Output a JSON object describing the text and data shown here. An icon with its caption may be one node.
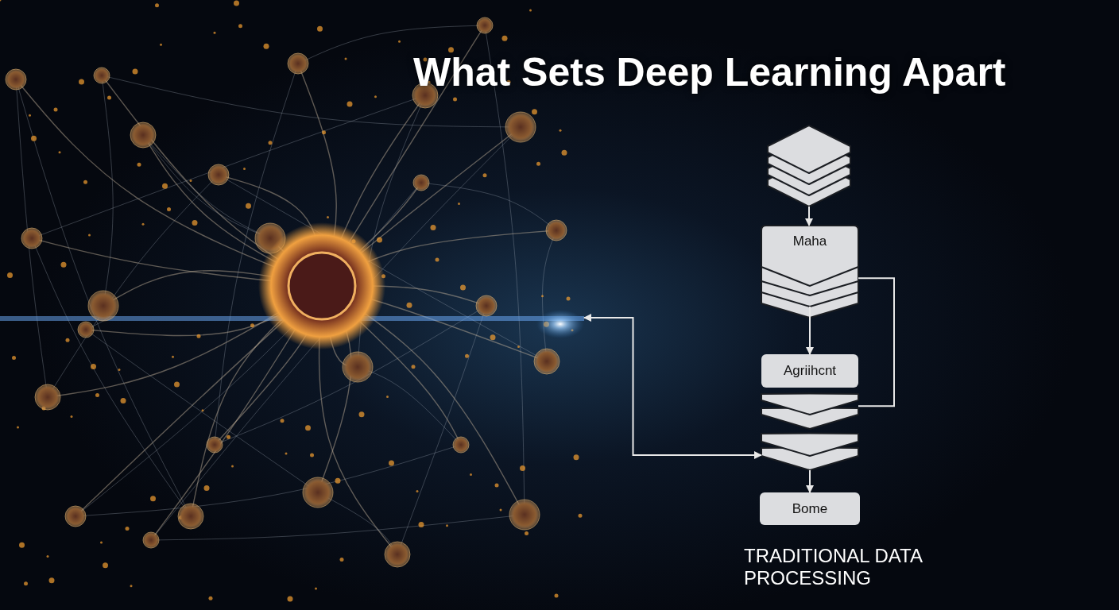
{
  "diagram": {
    "title": "What Sets Deep Learning Apart",
    "nodes": [
      {
        "text": [],
        "shape": "stack"
      },
      {
        "text": [
          "Maha"
        ]
      },
      {
        "text": [
          "Agriihcnt"
        ]
      },
      {
        "text": [],
        "shape": "stack"
      },
      {
        "text": [],
        "shape": "stack"
      },
      {
        "text": [
          "Bome"
        ]
      },
      {
        "text": [],
        "shape": "picture"
      }
    ],
    "edges": [
      {
        "from": 0,
        "to": 1,
        "arrow": "to"
      },
      {
        "from": 1,
        "to": 2,
        "arrow": "to"
      },
      {
        "from": 1,
        "to": 3,
        "arrow": "none"
      },
      {
        "from": 4,
        "to": 5,
        "arrow": "to"
      },
      {
        "from": 6,
        "to": 4,
        "arrow": "both"
      }
    ],
    "labels": [
      "TRADITIONAL DATA PROCESSING"
    ]
  }
}
